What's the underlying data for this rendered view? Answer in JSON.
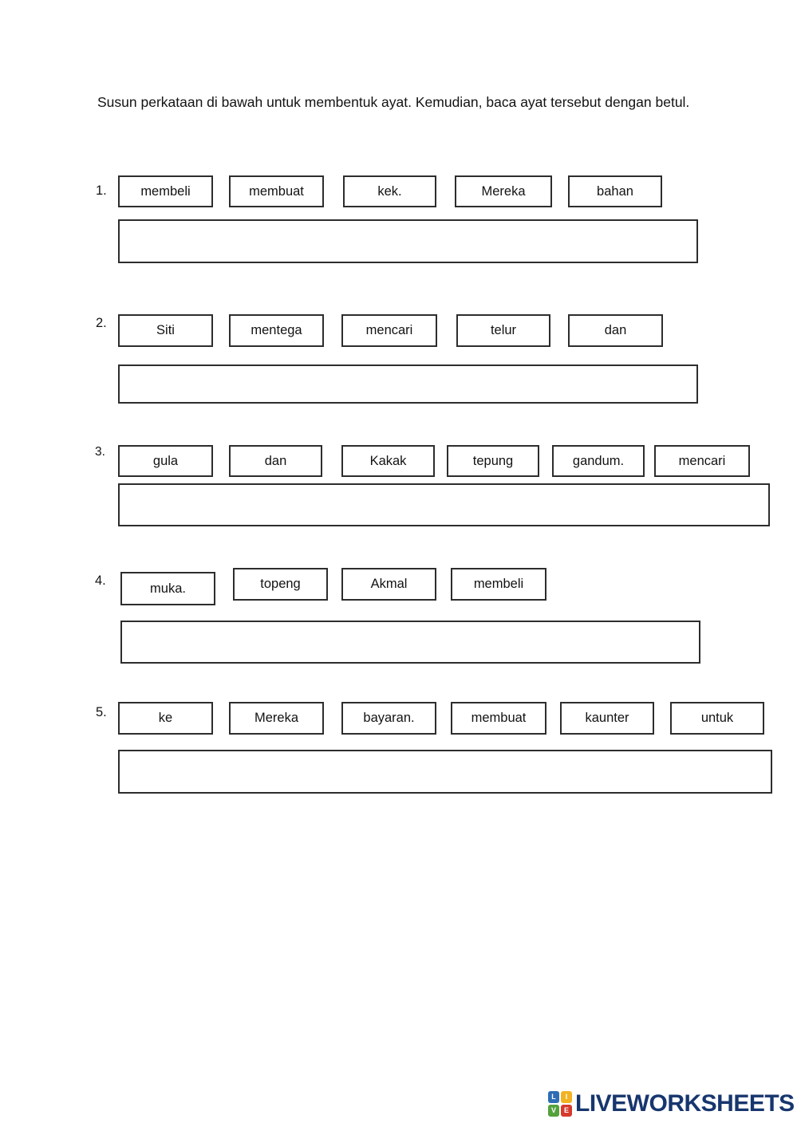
{
  "page": {
    "instructions": "Susun perkataan di bawah untuk membentuk ayat. Kemudian, baca ayat tersebut dengan betul."
  },
  "exercises": [
    {
      "number": "1.",
      "words": [
        "membeli",
        "membuat",
        "kek.",
        "Mereka",
        "bahan"
      ],
      "answer": ""
    },
    {
      "number": "2.",
      "words": [
        "Siti",
        "mentega",
        "mencari",
        "telur",
        "dan"
      ],
      "answer": ""
    },
    {
      "number": "3.",
      "words": [
        "gula",
        "dan",
        "Kakak",
        "tepung",
        "gandum.",
        "mencari"
      ],
      "answer": ""
    },
    {
      "number": "4.",
      "words": [
        "muka.",
        "topeng",
        "Akmal",
        "membeli"
      ],
      "answer": ""
    },
    {
      "number": "5.",
      "words": [
        "ke",
        "Mereka",
        "bayaran.",
        "membuat",
        "kaunter",
        "untuk"
      ],
      "answer": ""
    }
  ],
  "footer": {
    "brand": "LIVEWORKSHEETS",
    "brand_color": "#17366e",
    "logo_squares": [
      {
        "letter": "L",
        "color": "#2e6db4"
      },
      {
        "letter": "I",
        "color": "#f2b322"
      },
      {
        "letter": "V",
        "color": "#55a13c"
      },
      {
        "letter": "E",
        "color": "#d53a2e"
      }
    ]
  }
}
